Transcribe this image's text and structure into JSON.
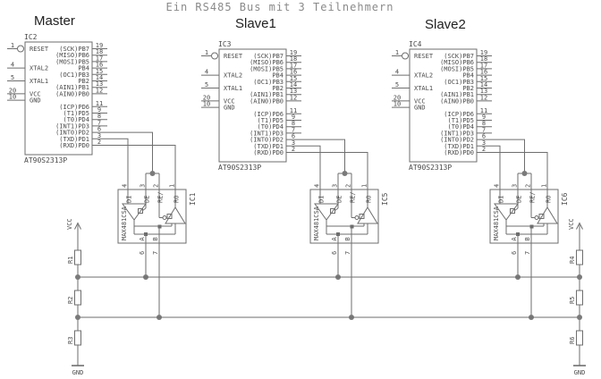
{
  "title": "Ein RS485 Bus mit 3 Teilnehmern",
  "groups": [
    {
      "label": "Master",
      "mcu_ref": "IC2",
      "mcu_part": "AT90S2313P",
      "xcvr_ref": "IC1",
      "xcvr_part": "MAX481CSA"
    },
    {
      "label": "Slave1",
      "mcu_ref": "IC3",
      "mcu_part": "AT90S2313P",
      "xcvr_ref": "IC5",
      "xcvr_part": "MAX481CSA"
    },
    {
      "label": "Slave2",
      "mcu_ref": "IC4",
      "mcu_part": "AT90S2313P",
      "xcvr_ref": "IC6",
      "xcvr_part": "MAX481CSA"
    }
  ],
  "mcu_pins": {
    "left": [
      {
        "n": "1",
        "label": "RESET"
      },
      {
        "n": "4",
        "label": "XTAL2"
      },
      {
        "n": "5",
        "label": "XTAL1"
      },
      {
        "n": "20",
        "label": "VCC"
      },
      {
        "n": "10",
        "label": "GND"
      }
    ],
    "right": [
      {
        "n": "19",
        "label": "(SCK)PB7"
      },
      {
        "n": "18",
        "label": "(MISO)PB6"
      },
      {
        "n": "17",
        "label": "(MOSI)PB5"
      },
      {
        "n": "16",
        "label": "PB4"
      },
      {
        "n": "15",
        "label": "(OC1)PB3"
      },
      {
        "n": "14",
        "label": "PB2"
      },
      {
        "n": "13",
        "label": "(AIN1)PB1"
      },
      {
        "n": "12",
        "label": "(AIN0)PB0"
      },
      {
        "n": "11",
        "label": "(ICP)PD6"
      },
      {
        "n": "9",
        "label": "(T1)PD5"
      },
      {
        "n": "8",
        "label": "(T0)PD4"
      },
      {
        "n": "7",
        "label": "(INT1)PD3"
      },
      {
        "n": "6",
        "label": "(INT0)PD2"
      },
      {
        "n": "3",
        "label": "(TXD)PD1"
      },
      {
        "n": "2",
        "label": "(RXD)PD0"
      }
    ]
  },
  "xcvr_pins": {
    "top": [
      {
        "n": "4",
        "label": "DI"
      },
      {
        "n": "3",
        "label": "DE"
      },
      {
        "n": "2",
        "label": "RE/"
      },
      {
        "n": "1",
        "label": "RO"
      }
    ],
    "bottom": [
      {
        "n": "6",
        "label": "A"
      },
      {
        "n": "7",
        "label": "B"
      }
    ]
  },
  "terminators": [
    {
      "vcc": "VCC",
      "gnd": "GND",
      "resistors": [
        "R1",
        "R2",
        "R3"
      ]
    },
    {
      "vcc": "VCC",
      "gnd": "GND",
      "resistors": [
        "R4",
        "R5",
        "R6"
      ]
    }
  ],
  "colors": {
    "wire": "#6e6e6e",
    "text": "#4a4a4a",
    "title": "#8a8a8a",
    "header": "#1f1f1f",
    "junction": "#7a7a7a"
  }
}
